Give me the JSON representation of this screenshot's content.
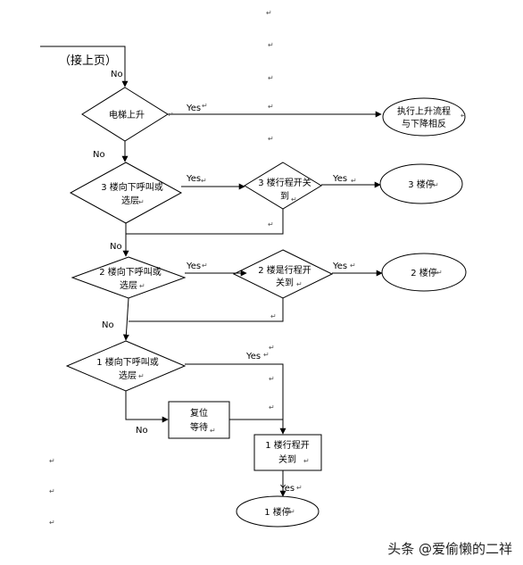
{
  "nodes": {
    "continue": "（接上页）",
    "d_up": "电梯上升",
    "t_up_1": "执行上升流程",
    "t_up_2": "与下降相反",
    "d3_1": "3 楼向下呼叫或",
    "d3_2": "选层",
    "s3_1": "3 楼行程开关",
    "s3_2": "到",
    "t3": "3 楼停",
    "d2_1": "2 楼向下呼叫或",
    "d2_2": "选层",
    "s2_1": "2 楼是行程开",
    "s2_2": "关到",
    "t2": "2 楼停",
    "d1_1": "1 楼向下呼叫或",
    "d1_2": "选层",
    "r_1": "复位",
    "r_2": "等待",
    "s1_1": "1 楼行程开",
    "s1_2": "关到",
    "t1": "1 楼停"
  },
  "edges": {
    "yes": "Yes",
    "no": "No"
  },
  "para_mark": "↵",
  "watermark": "头条 @爱偷懒的二祥"
}
